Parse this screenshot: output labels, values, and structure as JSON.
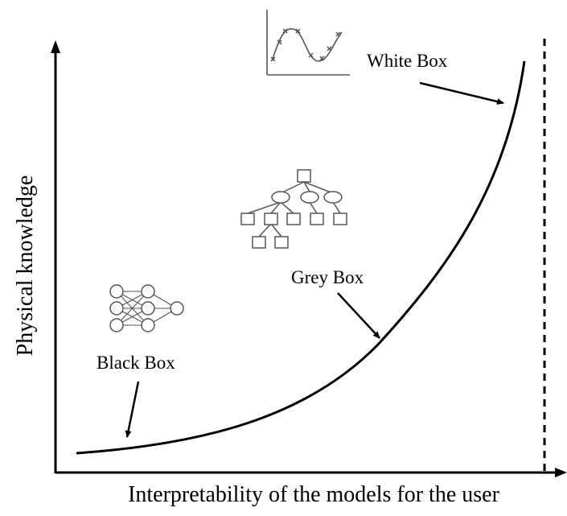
{
  "diagram": {
    "x_axis_label": "Interpretability of the models for the user",
    "y_axis_label": "Physical knowledge",
    "labels": {
      "white_box": "White Box",
      "grey_box": "Grey Box",
      "black_box": "Black Box"
    },
    "icons": {
      "white_box": "curve-fit-plot-icon",
      "grey_box": "decision-tree-icon",
      "black_box": "neural-network-icon"
    },
    "colors": {
      "ink": "#000000",
      "background": "#ffffff",
      "icon_stroke": "#555555"
    }
  }
}
